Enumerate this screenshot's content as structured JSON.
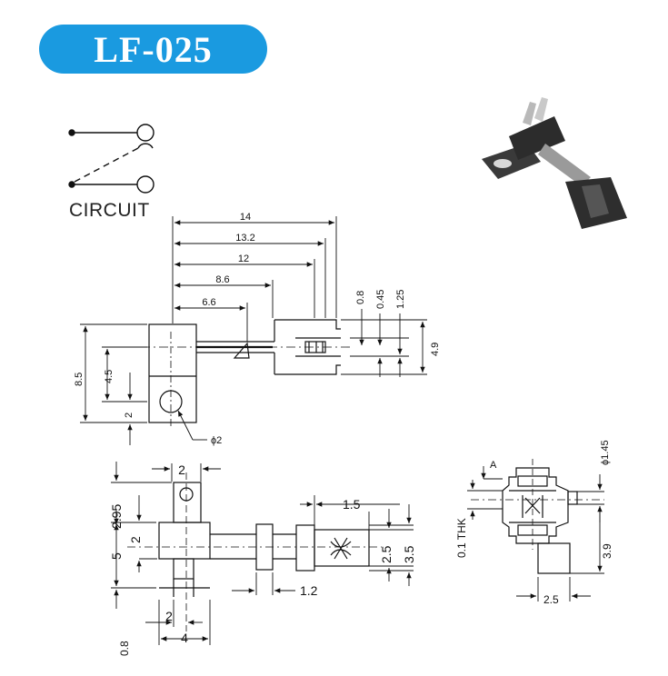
{
  "title": "LF-025",
  "circuit_label": "CIRCUIT",
  "colors": {
    "title_bg": "#1a9ae0",
    "title_text": "#ffffff",
    "line": "#111111"
  },
  "top_view": {
    "dims_horizontal": [
      "14",
      "13.2",
      "12",
      "8.6",
      "6.6"
    ],
    "dims_vertical_right": [
      "0.8",
      "0.45",
      "1.25",
      "4.9"
    ],
    "dims_vertical_left": [
      "8.5",
      "4.5",
      "2"
    ],
    "hole": "ϕ2"
  },
  "bottom_view": {
    "dims": [
      "2",
      "2.95",
      "2",
      "5",
      "1.5",
      "2.5",
      "3.5",
      "1.2",
      "2",
      "4",
      "0.8"
    ]
  },
  "side_view": {
    "marker": "A",
    "pin_dia": "ϕ1.45",
    "thickness": "0.1 THK",
    "height": "3.9",
    "width": "2.5"
  }
}
